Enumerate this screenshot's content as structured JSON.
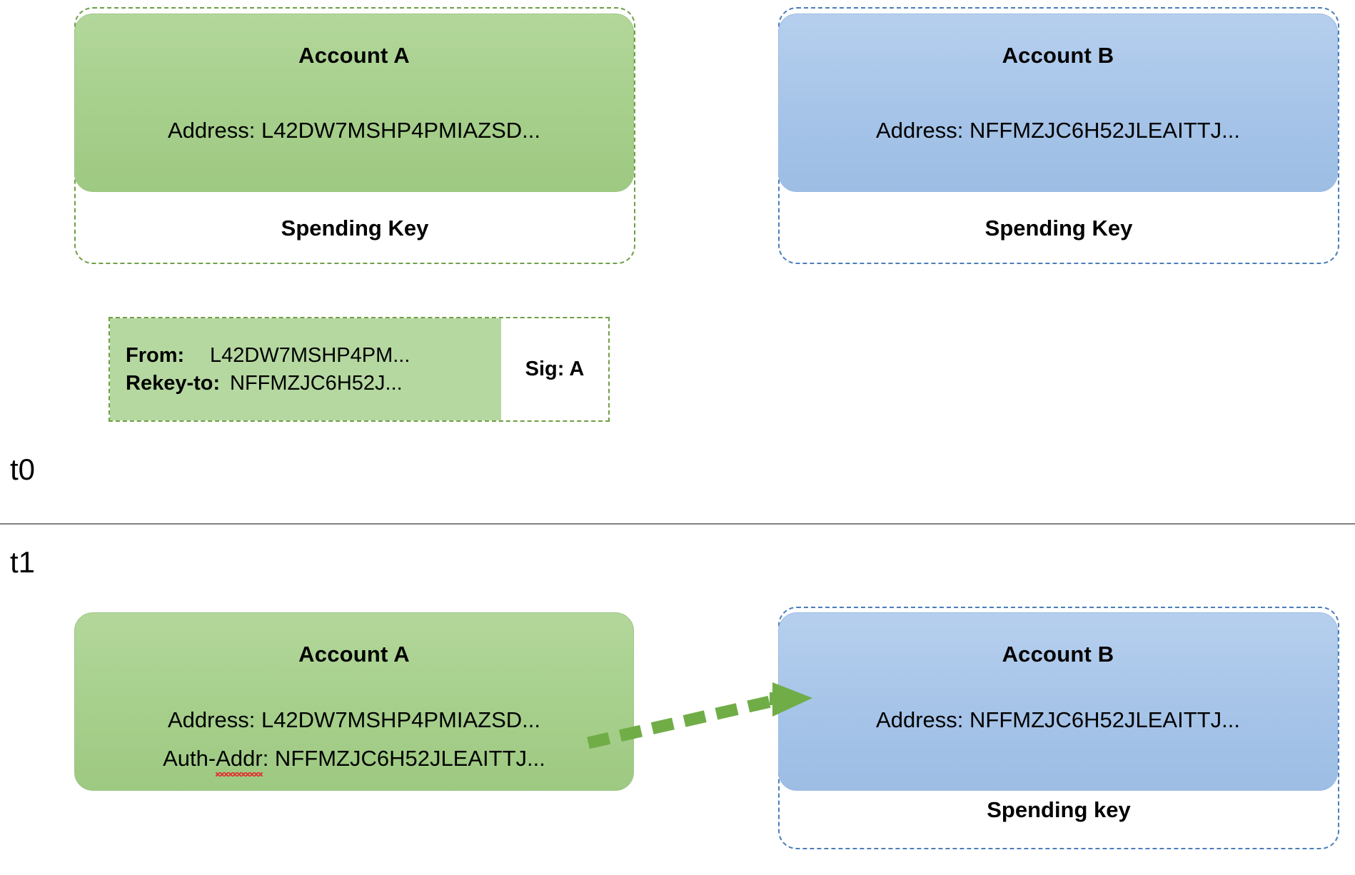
{
  "diagram": {
    "title": "Algorand account rekeying over time",
    "colors": {
      "account_a_fill": "#a8d08d",
      "account_b_fill": "#a8c6ea",
      "account_a_border": "#6f9f45",
      "account_b_border": "#4a7ebb",
      "arrow": "#70ad47",
      "divider": "#808080",
      "transaction_fill": "#b5d8a0",
      "spellcheck_underline": "#e03030"
    }
  },
  "timeline": {
    "t0_label": "t0",
    "t1_label": "t1"
  },
  "t0": {
    "account_a": {
      "title": "Account A",
      "address_line": "Address: L42DW7MSHP4PMIAZSD...",
      "spending_key_label": "Spending Key"
    },
    "account_b": {
      "title": "Account B",
      "address_line": "Address: NFFMZJC6H52JLEAITTJ...",
      "spending_key_label": "Spending Key"
    },
    "transaction": {
      "from_key": "From:",
      "from_value": "L42DW7MSHP4PM...",
      "rekey_key": "Rekey-to:",
      "rekey_value": "NFFMZJC6H52J...",
      "signature_label": "Sig: A"
    }
  },
  "t1": {
    "account_a": {
      "title": "Account A",
      "address_line": "Address: L42DW7MSHP4PMIAZSD...",
      "auth_addr_prefix": "Auth-",
      "auth_addr_misspelled": "Addr",
      "auth_addr_suffix": ": NFFMZJC6H52JLEAITTJ..."
    },
    "account_b": {
      "title": "Account B",
      "address_line": "Address: NFFMZJC6H52JLEAITTJ...",
      "spending_key_label": "Spending key"
    },
    "arrow": {
      "name": "rekey-auth-arrow",
      "style": "dashed-arrow-right"
    }
  }
}
